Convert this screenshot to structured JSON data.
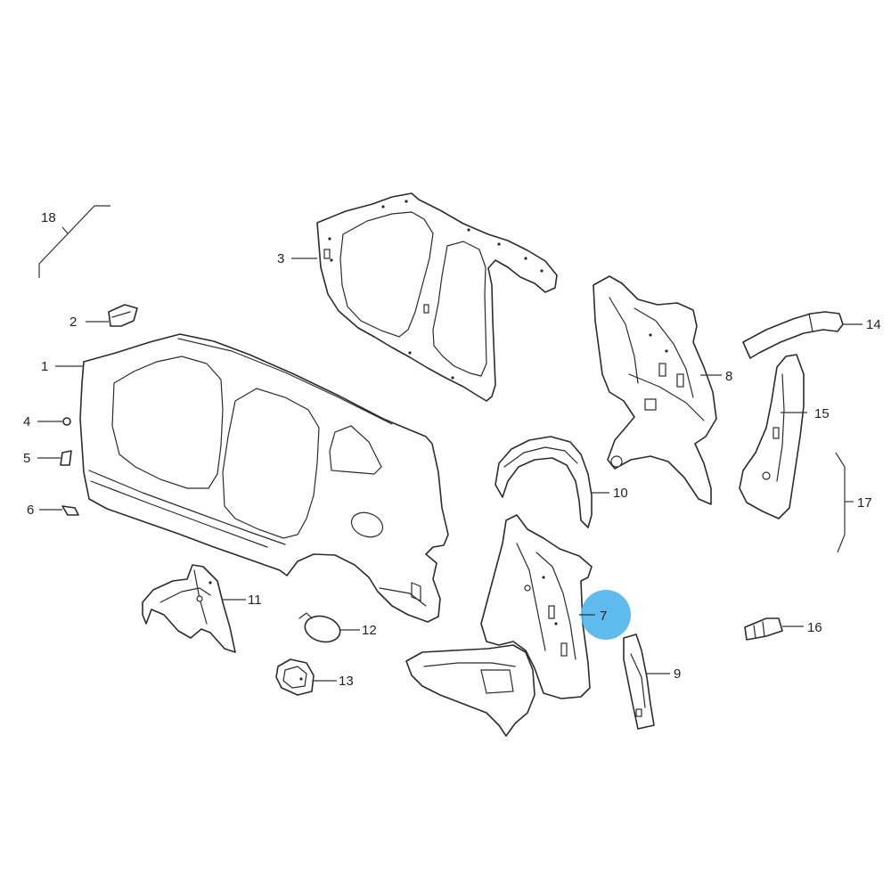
{
  "diagram": {
    "highlight_color": "#4fb6ec",
    "line_color": "#2b2b2b",
    "callouts": [
      {
        "id": "1",
        "label": "1"
      },
      {
        "id": "2",
        "label": "2"
      },
      {
        "id": "3",
        "label": "3"
      },
      {
        "id": "4",
        "label": "4"
      },
      {
        "id": "5",
        "label": "5"
      },
      {
        "id": "6",
        "label": "6"
      },
      {
        "id": "7",
        "label": "7",
        "highlighted": true
      },
      {
        "id": "8",
        "label": "8"
      },
      {
        "id": "9",
        "label": "9"
      },
      {
        "id": "10",
        "label": "10"
      },
      {
        "id": "11",
        "label": "11"
      },
      {
        "id": "12",
        "label": "12"
      },
      {
        "id": "13",
        "label": "13"
      },
      {
        "id": "14",
        "label": "14"
      },
      {
        "id": "15",
        "label": "15"
      },
      {
        "id": "16",
        "label": "16"
      },
      {
        "id": "17",
        "label": "17"
      },
      {
        "id": "18",
        "label": "18"
      }
    ]
  }
}
